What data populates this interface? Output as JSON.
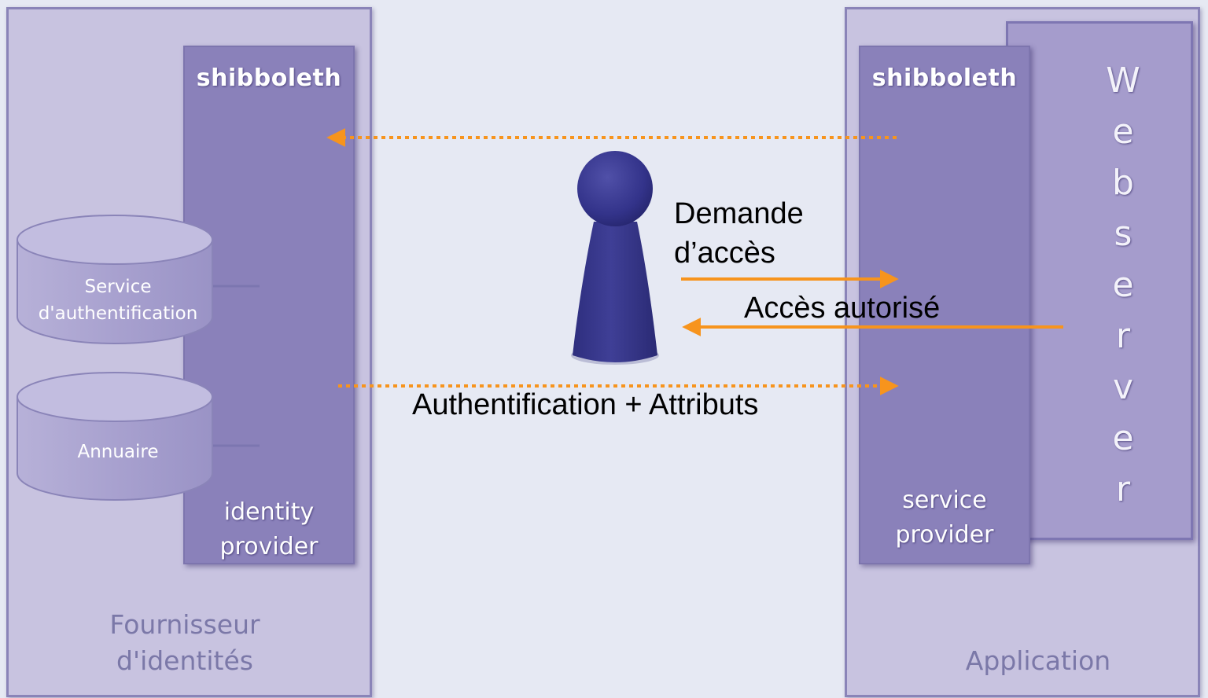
{
  "identity_panel": {
    "label_line1": "Fournisseur",
    "label_line2": "d'identités",
    "column_top": "shibboleth",
    "column_bottom_line1": "identity",
    "column_bottom_line2": "provider"
  },
  "databases": [
    {
      "line1": "Service",
      "line2": "d'authentification"
    },
    {
      "line1": "Annuaire"
    }
  ],
  "application_panel": {
    "label": "Application",
    "column_top": "shibboleth",
    "column_bottom_line1": "service",
    "column_bottom_line2": "provider",
    "webserver_letters": [
      "W",
      "e",
      "b",
      "s",
      "e",
      "r",
      "v",
      "e",
      "r"
    ]
  },
  "flows": {
    "request_line1": "Demande",
    "request_line2": "d’accès",
    "granted": "Accès autorisé",
    "auth": "Authentification + Attributs"
  },
  "colors": {
    "arrow": "#f7941d",
    "panel": "#c8c3e0",
    "column": "#8a81ba",
    "user": "#3a3a8c"
  },
  "icons": {
    "user": "user-icon"
  }
}
